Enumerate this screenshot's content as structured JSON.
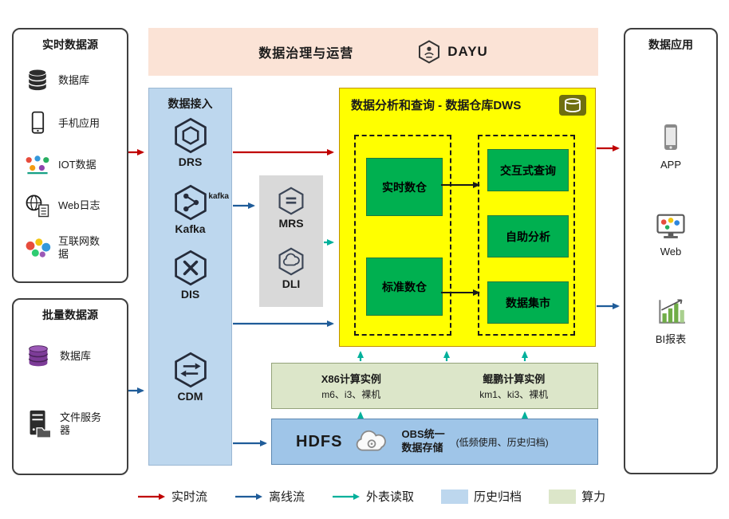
{
  "banner": {
    "title": "数据治理与运营",
    "logo_label": "DAYU",
    "logo_icon": "dayu-hexagon-icon"
  },
  "realtime_sources": {
    "title": "实时数据源",
    "items": [
      {
        "label": "数据库",
        "icon": "database-icon"
      },
      {
        "label": "手机应用",
        "icon": "mobile-app-icon"
      },
      {
        "label": "IOT数据",
        "icon": "iot-icon"
      },
      {
        "label": "Web日志",
        "icon": "web-log-icon"
      },
      {
        "label": "互联网数据",
        "icon": "internet-data-icon"
      }
    ]
  },
  "batch_sources": {
    "title": "批量数据源",
    "items": [
      {
        "label": "数据库",
        "icon": "database-stack-icon"
      },
      {
        "label": "文件服务器",
        "icon": "file-server-icon"
      }
    ]
  },
  "ingestion": {
    "title": "数据接入",
    "kafka_wordmark": "kafka",
    "items": [
      {
        "label": "DRS",
        "icon": "drs-icon"
      },
      {
        "label": "Kafka",
        "icon": "kafka-icon"
      },
      {
        "label": "DIS",
        "icon": "dis-icon"
      },
      {
        "label": "CDM",
        "icon": "cdm-icon"
      }
    ]
  },
  "middleware": {
    "items": [
      {
        "label": "MRS",
        "icon": "mrs-icon"
      },
      {
        "label": "DLI",
        "icon": "dli-icon"
      }
    ]
  },
  "dws": {
    "title": "数据分析和查询 - 数据仓库DWS",
    "icon": "dws-warehouse-icon",
    "warehouses": [
      {
        "label": "实时数仓"
      },
      {
        "label": "标准数仓"
      }
    ],
    "services": [
      {
        "label": "交互式查询"
      },
      {
        "label": "自助分析"
      },
      {
        "label": "数据集市"
      }
    ]
  },
  "compute": {
    "groups": [
      {
        "title": "X86计算实例",
        "subtitle": "m6、i3、裸机"
      },
      {
        "title": "鲲鹏计算实例",
        "subtitle": "km1、ki3、裸机"
      }
    ]
  },
  "storage": {
    "hdfs_label": "HDFS",
    "obs_line1": "OBS统一",
    "obs_line2": "数据存储",
    "obs_note": "(低频使用、历史归档)",
    "icon": "obs-cloud-icon"
  },
  "applications": {
    "title": "数据应用",
    "items": [
      {
        "label": "APP",
        "icon": "app-phone-icon"
      },
      {
        "label": "Web",
        "icon": "web-monitor-icon"
      },
      {
        "label": "BI报表",
        "icon": "bi-report-icon"
      }
    ]
  },
  "legend": {
    "items": [
      {
        "label": "实时流",
        "type": "arrow",
        "color": "#c00000"
      },
      {
        "label": "离线流",
        "type": "arrow",
        "color": "#1f5c99"
      },
      {
        "label": "外表读取",
        "type": "arrow",
        "color": "#00b09b"
      },
      {
        "label": "历史归档",
        "type": "swatch",
        "color": "#bdd7ee"
      },
      {
        "label": "算力",
        "type": "swatch",
        "color": "#dce6c9"
      }
    ]
  },
  "colors": {
    "banner_bg": "#fbe3d6",
    "ingestion_bg": "#bdd7ee",
    "middleware_bg": "#d9d9d9",
    "dws_bg": "#ffff00",
    "warehouse_green": "#00b050",
    "compute_bg": "#dce6c9",
    "storage_bg": "#9fc5e8",
    "flow_realtime": "#c00000",
    "flow_offline": "#1f5c99",
    "flow_external": "#00b09b"
  }
}
